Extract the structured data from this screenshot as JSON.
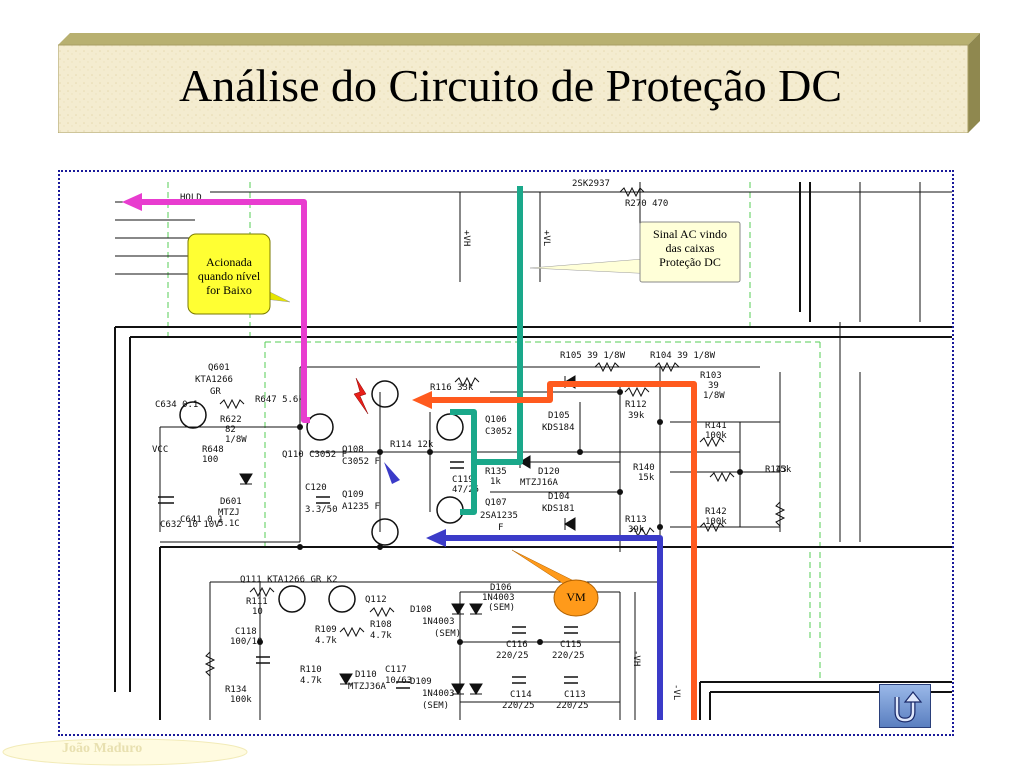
{
  "title": "Análise do Circuito de Proteção DC",
  "callouts": {
    "low_level": {
      "line1": "Acionada",
      "line2": "quando nível",
      "line3": "for Baixo"
    },
    "ac_signal": {
      "line1": "Sinal AC vindo",
      "line2": "das caixas",
      "line3": "Proteção DC"
    },
    "vm": "VM"
  },
  "footer": "João Maduro",
  "schematic_labels": {
    "hold": "HOLD",
    "q601": "Q601",
    "q601_part": "KTA1266",
    "q601_gr": "GR",
    "r622": "R622",
    "r622_val": "82",
    "r622_w": "1/8W",
    "r648": "R648",
    "r648_val": "100",
    "r647": "R647 5.6k",
    "c634": "C634 0.1",
    "d601": "D601",
    "d601_part": "MTZJ",
    "d601_val": "5.1C",
    "c641": "C641 0.1",
    "c632": "C632 10 10V",
    "vcc": "VCC",
    "q110": "Q110 C3052 F",
    "q108": "Q108",
    "q108_part": "C3052 F",
    "q109": "Q109",
    "q109_part": "A1235 F",
    "c120": "C120",
    "c120_val": "3.3/50",
    "r114": "R114 12k",
    "r116": "R116 33k",
    "q106": "Q106",
    "q106_part": "C3052",
    "r135": "R135",
    "r135_val": "1k",
    "c119": "C119",
    "c119_val": "47/25",
    "d120": "D120",
    "d120_part": "MTZJ16A",
    "q107": "Q107",
    "q107_part": "2SA1235",
    "q107_f": "F",
    "d105": "D105",
    "d105_part": "KDS184",
    "d104": "D104",
    "d104_part": "KDS181",
    "r105": "R105 39 1/8W",
    "r104": "R104 39 1/8W",
    "r103": "R103",
    "r103_val": "39",
    "r103_w": "1/8W",
    "r112": "R112",
    "r112_val": "39k",
    "r113": "R113",
    "r113_val": "39k",
    "r141": "R141",
    "r141_val": "100k",
    "r140": "R140",
    "r140_val": "15k",
    "r142": "R142",
    "r142_val": "100k",
    "r143": "R143",
    "r143_val": "15k",
    "r270": "R270 470",
    "q2sk": "2SK2937",
    "q111": "Q111 KTA1266 GR K2",
    "q112": "Q112",
    "r111": "R111",
    "r111_val": "10",
    "r108": "R108",
    "r108_val": "4.7k",
    "r109": "R109",
    "r109_val": "4.7k",
    "r110": "R110",
    "r110_val": "4.7k",
    "c118": "C118",
    "c118_val": "100/10",
    "r134": "R134",
    "r134_val": "100k",
    "d110": "D110",
    "d110_part": "MTZJ36A",
    "c117": "C117",
    "c117_val": "10/63",
    "d108": "D108",
    "d108_part": "1N4003",
    "d108_sem": "(SEM)",
    "d109": "D109",
    "d109_part": "1N4003",
    "d109_sem": "(SEM)",
    "d106": "D106",
    "d106_part": "1N4003",
    "d106_sem": "(SEM)",
    "c116": "C116",
    "c116_val": "220/25",
    "c115": "C115",
    "c115_val": "220/25",
    "c114": "C114",
    "c114_val": "220/25",
    "c113": "C113",
    "c113_val": "220/25",
    "vh": "+VH",
    "vl": "+VL",
    "vh_neg": "-VH",
    "vl_neg": "-VL"
  },
  "colors": {
    "magenta_trace": "#e83ccf",
    "green_trace": "#1aa88a",
    "orange_trace": "#ff5a1e",
    "blue_trace": "#3b3bc8",
    "yellow_callout": "#ffff33",
    "light_callout": "#ffffd8",
    "orange_callout": "#ff9a1a"
  },
  "icons": {
    "nav_button": "u-turn-arrow-icon",
    "lightning": "lightning-bolt-icon"
  }
}
